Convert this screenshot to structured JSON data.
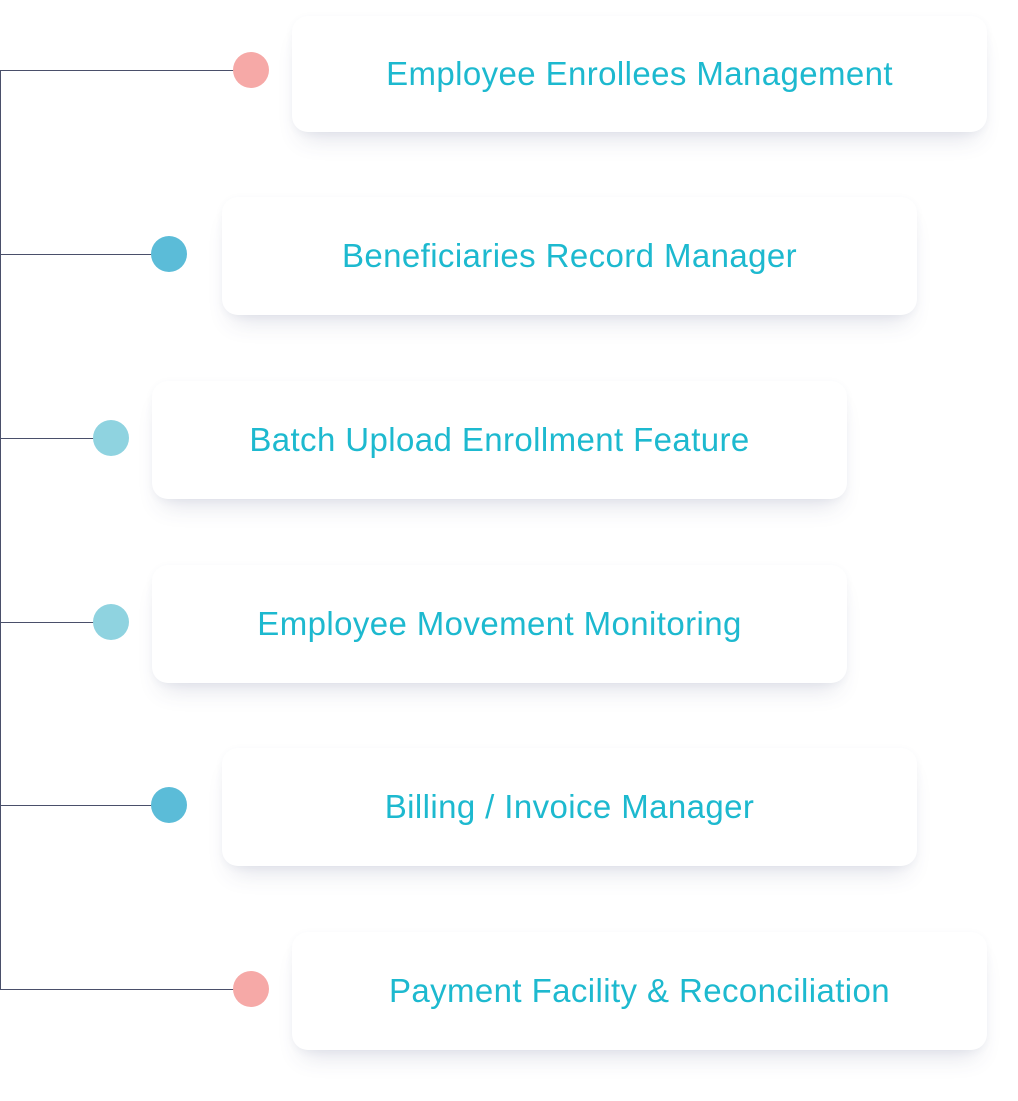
{
  "colors": {
    "label_text": "#1db9cf",
    "line": "#4a4f6a",
    "card_background": "#ffffff",
    "dot_pink": "#f6a9a7",
    "dot_blue": "#5bbcd8",
    "dot_light_blue": "#8fd3e0"
  },
  "features": [
    {
      "label": "Employee Enrollees Management",
      "dot_color": "#f6a9a7"
    },
    {
      "label": "Beneficiaries Record Manager",
      "dot_color": "#5bbcd8"
    },
    {
      "label": "Batch Upload Enrollment Feature",
      "dot_color": "#8fd3e0"
    },
    {
      "label": "Employee Movement Monitoring",
      "dot_color": "#8fd3e0"
    },
    {
      "label": "Billing / Invoice Manager",
      "dot_color": "#5bbcd8"
    },
    {
      "label": "Payment Facility & Reconciliation",
      "dot_color": "#f6a9a7"
    }
  ]
}
